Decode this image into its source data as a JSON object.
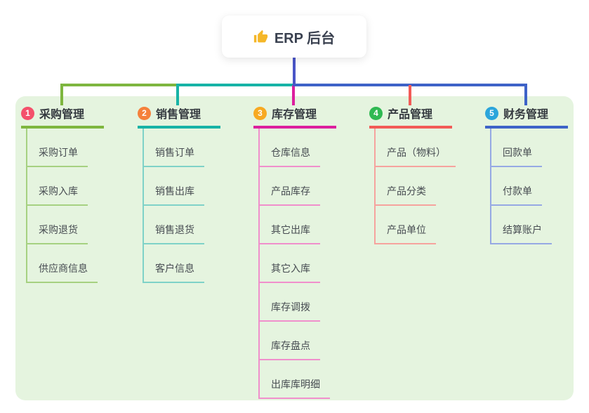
{
  "root": {
    "icon": "thumbs-up-icon",
    "title": "ERP 后台"
  },
  "colors": {
    "canvas_bg": "#ffffff",
    "panel_bg": "#E5F4DF",
    "root_connector": "#4A55C7",
    "icon_yellow": "#F5B729"
  },
  "branches": [
    {
      "badge": "1",
      "label": "采购管理",
      "color": "#7EB63F",
      "badge_color": "#F4506B",
      "child_line_color": "#A6D181",
      "children": [
        "采购订单",
        "采购入库",
        "采购退货",
        "供应商信息"
      ]
    },
    {
      "badge": "2",
      "label": "销售管理",
      "color": "#17B3A6",
      "badge_color": "#F5813C",
      "child_line_color": "#7FD2C8",
      "children": [
        "销售订单",
        "销售出库",
        "销售退货",
        "客户信息"
      ]
    },
    {
      "badge": "3",
      "label": "库存管理",
      "color": "#DC1F9E",
      "badge_color": "#F7A922",
      "child_line_color": "#F08FCC",
      "children": [
        "仓库信息",
        "产品库存",
        "其它出库",
        "其它入库",
        "库存调拨",
        "库存盘点",
        "出库库明细"
      ]
    },
    {
      "badge": "4",
      "label": "产品管理",
      "color": "#F25B57",
      "badge_color": "#2FB952",
      "child_line_color": "#F6A39E",
      "children": [
        "产品（物料）",
        "产品分类",
        "产品单位"
      ]
    },
    {
      "badge": "5",
      "label": "财务管理",
      "color": "#3E63C8",
      "badge_color": "#2BA5DB",
      "child_line_color": "#96A9E4",
      "children": [
        "回款单",
        "付款单",
        "结算账户"
      ]
    }
  ]
}
